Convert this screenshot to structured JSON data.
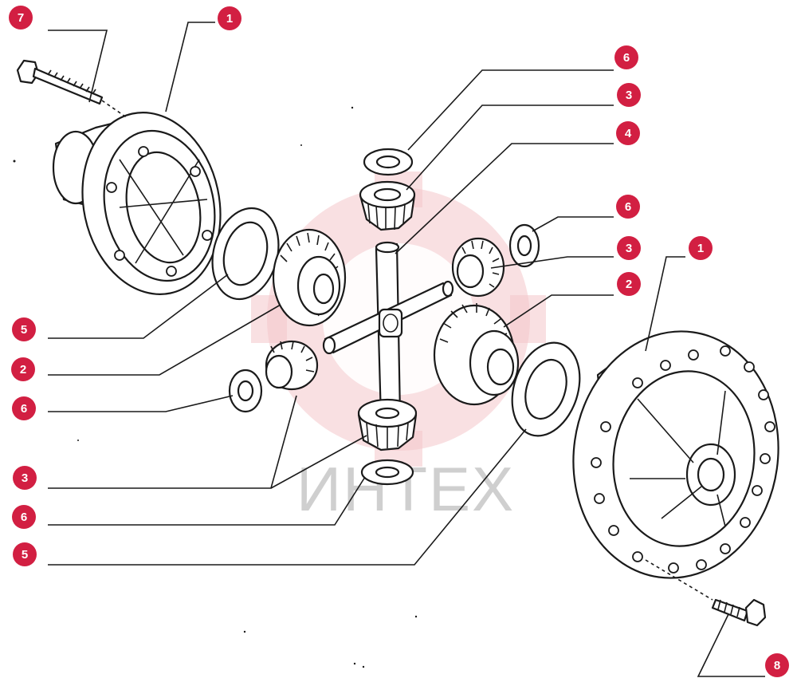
{
  "watermark": {
    "text": "ИНТЕХ",
    "color": "#f4c6ca"
  },
  "callout_color": "#d21f42",
  "callouts": [
    {
      "id": "c-7-top",
      "label": "7"
    },
    {
      "id": "c-1-top",
      "label": "1"
    },
    {
      "id": "c-6-a",
      "label": "6"
    },
    {
      "id": "c-3-a",
      "label": "3"
    },
    {
      "id": "c-4",
      "label": "4"
    },
    {
      "id": "c-6-b",
      "label": "6"
    },
    {
      "id": "c-3-b",
      "label": "3"
    },
    {
      "id": "c-2-right",
      "label": "2"
    },
    {
      "id": "c-1-right",
      "label": "1"
    },
    {
      "id": "c-5-left",
      "label": "5"
    },
    {
      "id": "c-2-left",
      "label": "2"
    },
    {
      "id": "c-6-left",
      "label": "6"
    },
    {
      "id": "c-3-left",
      "label": "3"
    },
    {
      "id": "c-6-bottom",
      "label": "6"
    },
    {
      "id": "c-5-bottom",
      "label": "5"
    },
    {
      "id": "c-8",
      "label": "8"
    }
  ]
}
